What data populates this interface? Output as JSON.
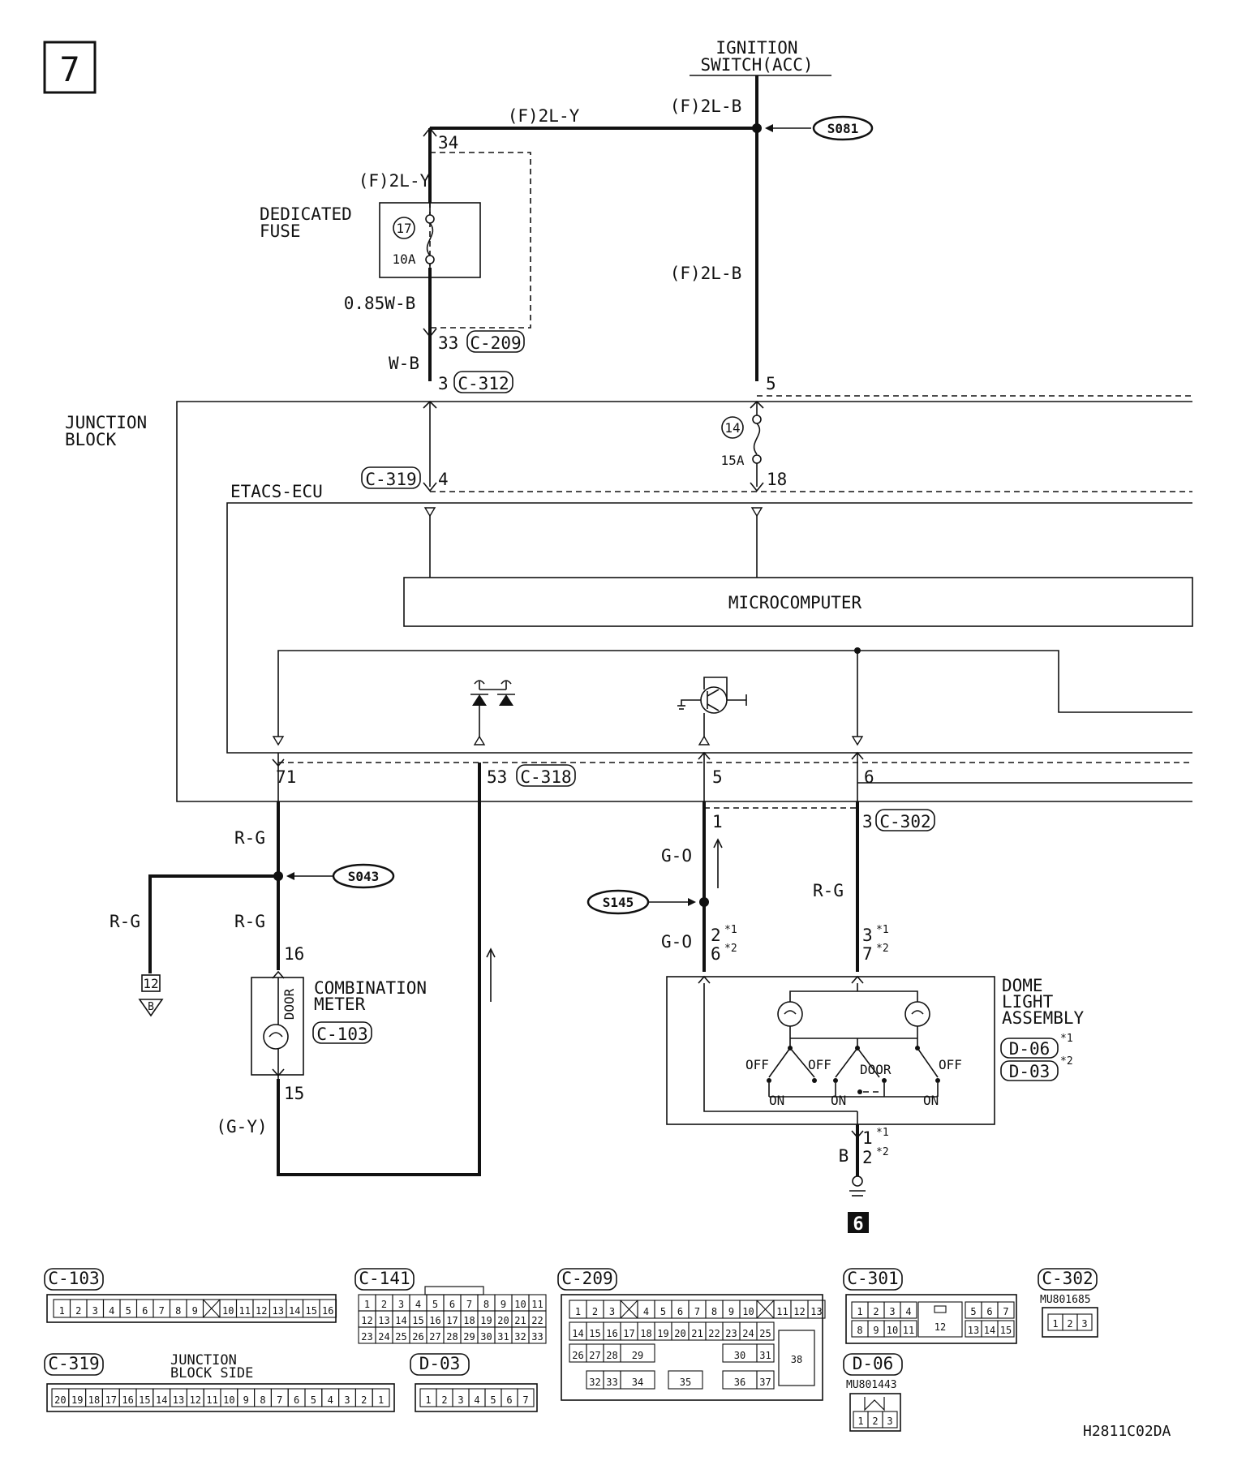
{
  "page_number": "7",
  "doc_code": "H2811C02DA",
  "components": {
    "ignition": [
      "IGNITION",
      "SWITCH(ACC)"
    ],
    "dedicated_fuse": [
      "DEDICATED",
      "FUSE"
    ],
    "fuse17": {
      "num": "17",
      "rating": "10A"
    },
    "fuse14": {
      "num": "14",
      "rating": "15A"
    },
    "junction_block": [
      "JUNCTION",
      "BLOCK"
    ],
    "etacs": "ETACS-ECU",
    "microcomputer": "MICROCOMPUTER",
    "combination_meter": [
      "COMBINATION",
      "METER"
    ],
    "meter_conn": "C-103",
    "door": "DOOR",
    "dome_light": [
      "DOME",
      "LIGHT",
      "ASSEMBLY"
    ],
    "dome_conn1": "D-06",
    "dome_conn2": "D-03",
    "dome_switch": {
      "off": "OFF",
      "on": "ON",
      "door": "DOOR"
    },
    "ground": "6",
    "junction_12": "12",
    "junction_b": "B"
  },
  "splices": {
    "s081": "S081",
    "s043": "S043",
    "s145": "S145"
  },
  "wires": {
    "f2ly_top": "(F)2L-Y",
    "f2lb_top": "(F)2L-B",
    "f2ly_side": "(F)2L-Y",
    "f2lb_mid": "(F)2L-B",
    "w085": "0.85W-B",
    "wb": "W-B",
    "rg1": "R-G",
    "rg2": "R-G",
    "rg3": "R-G",
    "rg4": "R-G",
    "go1": "G-O",
    "go2": "G-O",
    "gy": "(G-Y)",
    "b": "B"
  },
  "pins": {
    "p34": "34",
    "p33": "33",
    "p3": "3",
    "p5a": "5",
    "p4": "4",
    "p18": "18",
    "p71": "71",
    "p53": "53",
    "p5b": "5",
    "p6": "6",
    "p1": "1",
    "p3b": "3",
    "p16": "16",
    "p15": "15",
    "p2": "2",
    "p6b": "6",
    "p3c": "3",
    "p7": "7",
    "p1b": "1",
    "p2b": "2",
    "star1": "*1",
    "star2": "*2"
  },
  "conn_refs": {
    "c209": "C-209",
    "c312": "C-312",
    "c319": "C-319",
    "c318": "C-318",
    "c302": "C-302"
  },
  "connector_views": {
    "c103": {
      "name": "C-103",
      "pins": [
        "1",
        "2",
        "3",
        "4",
        "5",
        "6",
        "7",
        "8",
        "9",
        "",
        "10",
        "11",
        "12",
        "13",
        "14",
        "15",
        "16"
      ]
    },
    "c141": {
      "name": "C-141",
      "rows": [
        [
          "1",
          "2",
          "3",
          "4",
          "5",
          "6",
          "7",
          "8",
          "9",
          "10",
          "11"
        ],
        [
          "12",
          "13",
          "14",
          "15",
          "16",
          "17",
          "18",
          "19",
          "20",
          "21",
          "22"
        ],
        [
          "23",
          "24",
          "25",
          "26",
          "27",
          "28",
          "29",
          "30",
          "31",
          "32",
          "33"
        ]
      ]
    },
    "c209": {
      "name": "C-209",
      "rows": [
        [
          "1",
          "2",
          "3",
          "",
          "4",
          "5",
          "6",
          "7",
          "8",
          "9",
          "10",
          "",
          "11",
          "12",
          "13"
        ],
        [
          "14",
          "15",
          "16",
          "17",
          "18",
          "19",
          "20",
          "21",
          "22",
          "23",
          "24",
          "25"
        ],
        [
          "26",
          "27",
          "28",
          "29",
          "30",
          "31"
        ],
        [
          "32",
          "33",
          "34",
          "35",
          "36",
          "37"
        ]
      ],
      "side": "38"
    },
    "c301": {
      "name": "C-301",
      "row1": [
        "1",
        "2",
        "3",
        "4"
      ],
      "row1b": [
        "5",
        "6",
        "7"
      ],
      "row2": [
        "8",
        "9",
        "10",
        "11"
      ],
      "mid": "12",
      "row2b": [
        "13",
        "14",
        "15"
      ]
    },
    "c302": {
      "name": "C-302",
      "part": "MU801685",
      "pins": [
        "1",
        "2",
        "3"
      ]
    },
    "c319": {
      "name": "C-319",
      "note": [
        "JUNCTION",
        "BLOCK SIDE"
      ],
      "pins": [
        "20",
        "19",
        "18",
        "17",
        "16",
        "15",
        "14",
        "13",
        "12",
        "11",
        "10",
        "9",
        "8",
        "7",
        "6",
        "5",
        "4",
        "3",
        "2",
        "1"
      ]
    },
    "d03": {
      "name": "D-03",
      "pins": [
        "1",
        "2",
        "3",
        "4",
        "5",
        "6",
        "7"
      ]
    },
    "d06": {
      "name": "D-06",
      "part": "MU801443",
      "pins": [
        "1",
        "2",
        "3"
      ]
    }
  }
}
